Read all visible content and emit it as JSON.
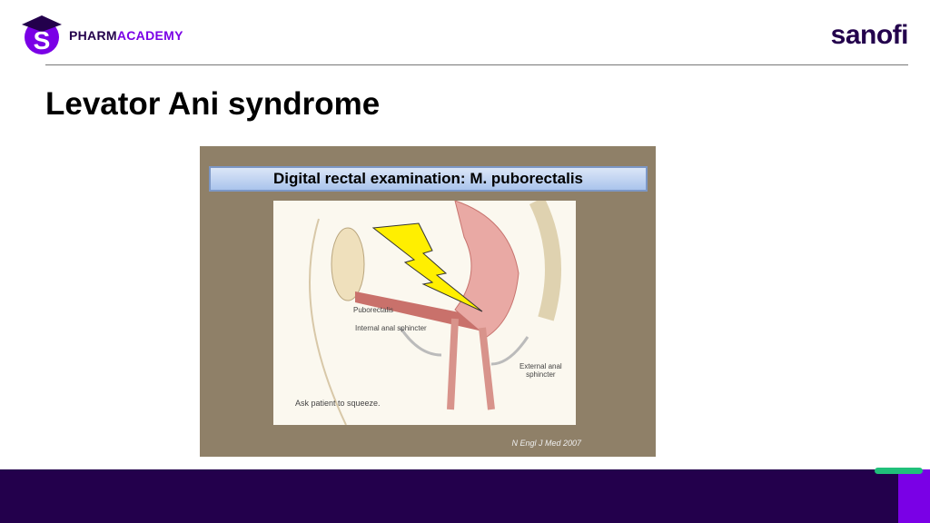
{
  "header": {
    "brand_part1": "PHARM",
    "brand_part2": "ACADEMY",
    "sanofi_logo": "sanofi"
  },
  "slide": {
    "title": "Levator Ani syndrome"
  },
  "figure": {
    "banner": "Digital rectal examination: M. puborectalis",
    "labels": {
      "puborectalis": "Puborectalis",
      "internal": "Internal anal sphincter",
      "external_line1": "External anal",
      "external_line2": "sphincter",
      "instruction": "Ask patient to squeeze."
    },
    "citation": "N Engl J Med 2007"
  },
  "colors": {
    "brand_dark": "#23004c",
    "brand_purple": "#7a00e6",
    "accent_green": "#20c07a"
  }
}
